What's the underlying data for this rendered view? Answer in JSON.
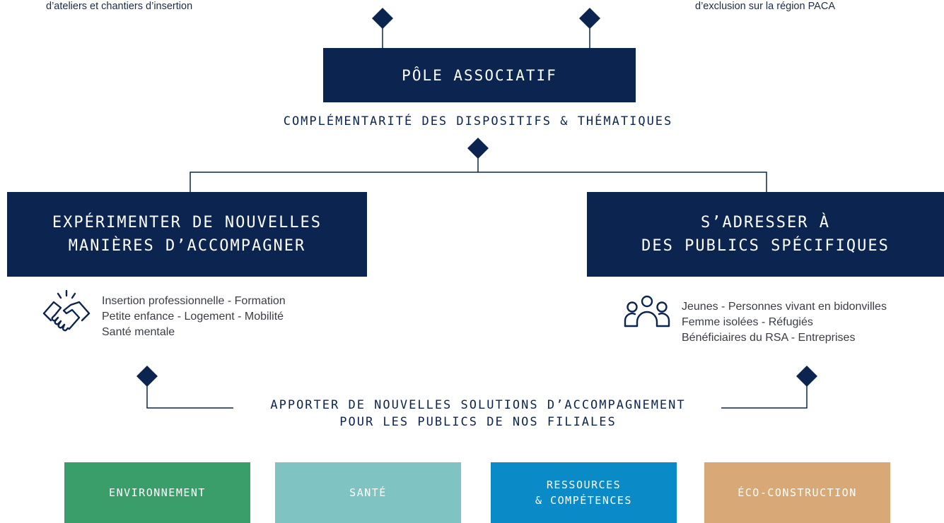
{
  "top_left_text": "d’ateliers et chantiers d’insertion",
  "top_right_text": "d’exclusion sur la région PACA",
  "pole": {
    "title": "PÔLE ASSOCIATIF"
  },
  "complementarity_label": "COMPLÉMENTARITÉ DES DISPOSITIFS & THÉMATIQUES",
  "left_box": {
    "line1": "EXPÉRIMENTER DE NOUVELLES",
    "line2": "MANIÈRES D’ACCOMPAGNER"
  },
  "right_box": {
    "line1": "S’ADRESSER À",
    "line2": "DES PUBLICS SPÉCIFIQUES"
  },
  "left_list": [
    "Insertion professionnelle - Formation",
    "Petite enfance - Logement - Mobilité",
    "Santé mentale"
  ],
  "right_list": [
    "Jeunes - Personnes vivant en bidonvilles",
    "Femme isolées - Réfugiés",
    "Bénéficiaires du RSA - Entreprises"
  ],
  "bottom_label": {
    "line1": "APPORTER DE NOUVELLES SOLUTIONS D’ACCOMPAGNEMENT",
    "line2": "POUR LES PUBLICS DE NOS FILIALES"
  },
  "tiles": [
    {
      "label": "ENVIRONNEMENT",
      "color": "#3a9e6a"
    },
    {
      "label": "SANTÉ",
      "color": "#7fc3c2"
    },
    {
      "label_line1": "RESSOURCES",
      "label_line2": "& COMPÉTENCES",
      "color": "#0a8bc8"
    },
    {
      "label": "ÉCO-CONSTRUCTION",
      "color": "#d8a977"
    }
  ],
  "icons": {
    "left": "handshake-icon",
    "right": "people-group-icon"
  },
  "colors": {
    "navy": "#0b2550"
  }
}
